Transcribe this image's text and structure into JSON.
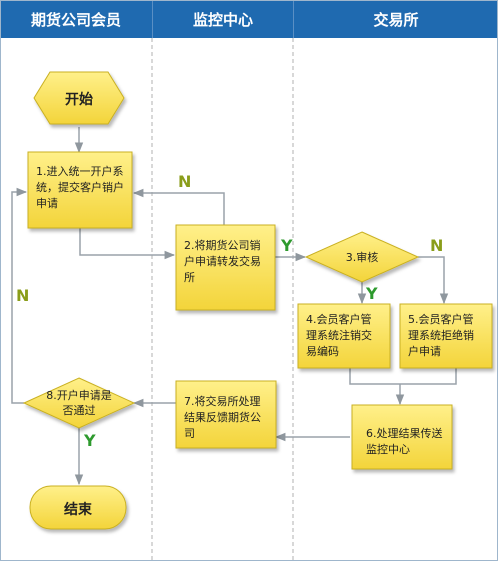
{
  "lanes": {
    "lane1": "期货公司会员",
    "lane2": "监控中心",
    "lane3": "交易所"
  },
  "nodes": {
    "start": "开始",
    "step1": "1.进入统一开户系统，提交客户销户申请",
    "step2": "2.将期货公司销户申请转发交易所",
    "step3": "3.审核",
    "step4": "4.会员客户管理系统注销交易编码",
    "step5": "5.会员客户管理系统拒绝销户申请",
    "step6": "6.处理结果传送监控中心",
    "step7": "7.将交易所处理结果反馈期货公司",
    "step8": "8.开户申请是否通过",
    "end": "结束"
  },
  "labels": {
    "n_step2": "N",
    "y_step2": "Y",
    "n_step3": "N",
    "y_step3": "Y",
    "n_step8": "N",
    "y_step8": "Y"
  },
  "colors": {
    "header": "#1f6ab0",
    "node_fill": "#f9e15a",
    "node_border": "#c9b020",
    "arrow": "#9aa2aa"
  }
}
